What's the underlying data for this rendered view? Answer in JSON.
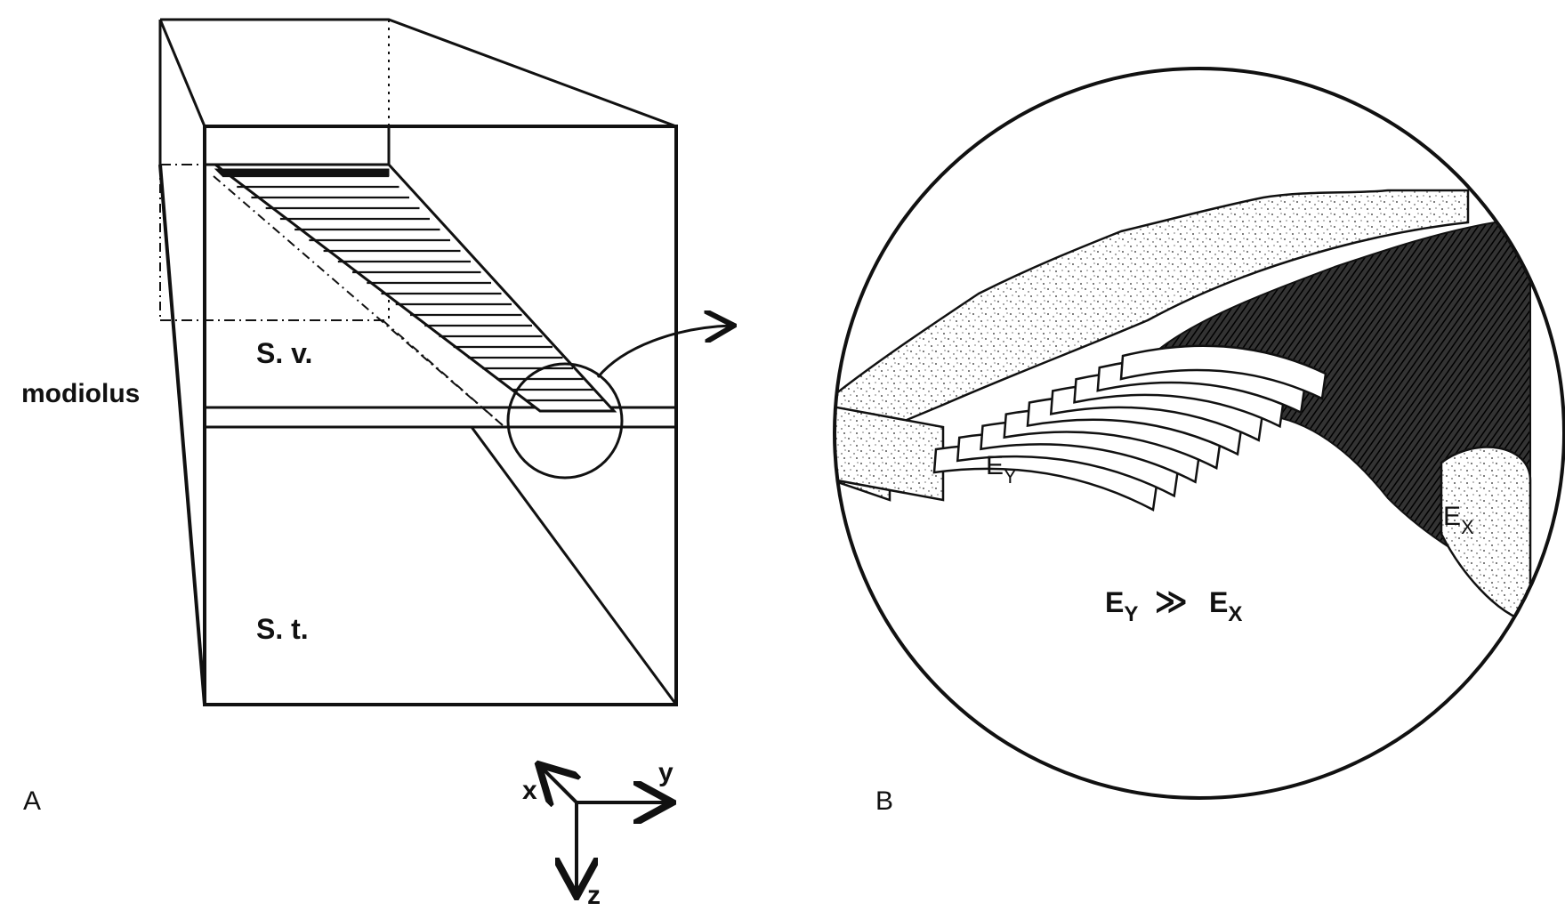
{
  "panel_a": {
    "letter": "A",
    "modiolus": "modiolus",
    "scala_vestibuli": "S. v.",
    "scala_tympani": "S. t."
  },
  "panel_b": {
    "letter": "B",
    "ey_main": "E",
    "ey_main_sub": "Y",
    "ex_main": "E",
    "ex_main_sub": "X",
    "eq_left": "E",
    "eq_left_sub": "Y",
    "eq_relation": "≫",
    "eq_right": "E",
    "eq_right_sub": "X"
  },
  "axes": {
    "x": "x",
    "y": "y",
    "z": "z"
  },
  "colors": {
    "ink": "#111111",
    "paper": "#ffffff"
  }
}
